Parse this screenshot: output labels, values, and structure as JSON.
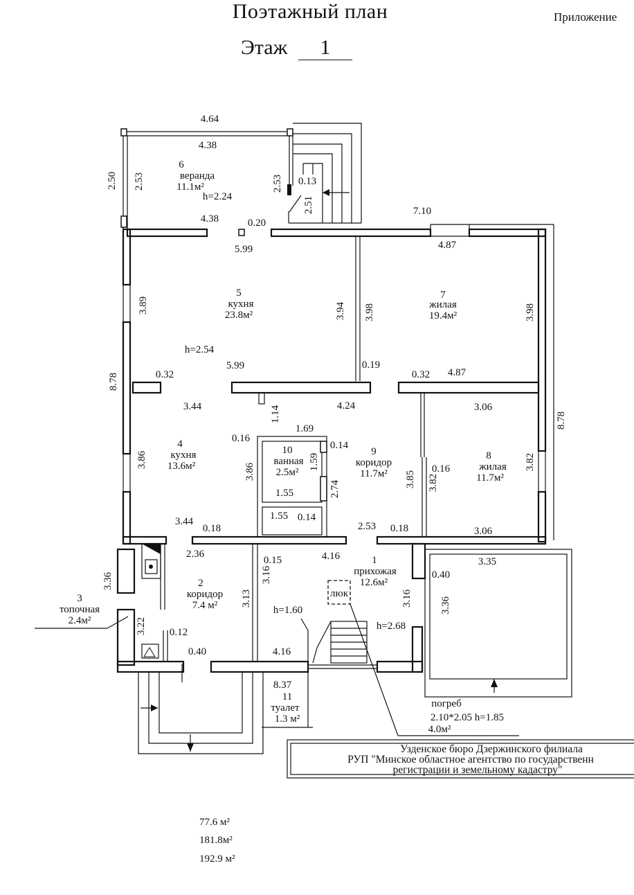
{
  "header": {
    "title": "Поэтажный план",
    "floor_label": "Этаж",
    "floor_number": "1",
    "appendix": "Приложение"
  },
  "rooms": [
    {
      "num": "1",
      "name": "прихожая",
      "area": "12.6м²"
    },
    {
      "num": "2",
      "name": "коридор",
      "area": "7.4 м²"
    },
    {
      "num": "3",
      "name": "топочная",
      "area": "2.4м²"
    },
    {
      "num": "4",
      "name": "кухня",
      "area": "13.6м²"
    },
    {
      "num": "5",
      "name": "кухня",
      "area": "23.8м²"
    },
    {
      "num": "6",
      "name": "веранда",
      "area": "11.1м²"
    },
    {
      "num": "7",
      "name": "жилая",
      "area": "19.4м²"
    },
    {
      "num": "8",
      "name": "жилая",
      "area": "11.7м²"
    },
    {
      "num": "9",
      "name": "коридор",
      "area": "11.7м²"
    },
    {
      "num": "10",
      "name": "ванная",
      "area": "2.5м²"
    },
    {
      "num": "11",
      "name": "туалет",
      "area": "1.3 м²"
    }
  ],
  "heights": {
    "veranda": "h=2.24",
    "main": "h=2.54",
    "stair": "h=1.60",
    "hall": "h=2.68"
  },
  "cellar": {
    "label": "погреб",
    "size": "2.10*2.05 h=1.85",
    "area": "4.0м²",
    "hatch": "люк"
  },
  "dimensions": [
    "4.64",
    "4.38",
    "2.50",
    "2.53",
    "2.53",
    "0.13",
    "2.51",
    "4.38",
    "0.20",
    "7.10",
    "5.99",
    "4.87",
    "3.89",
    "3.94",
    "3.98",
    "3.98",
    "8.78",
    "5.99",
    "0.19",
    "0.32",
    "4.87",
    "0.32",
    "3.44",
    "1.14",
    "4.24",
    "3.06",
    "8.78",
    "0.16",
    "1.69",
    "0.14",
    "3.86",
    "3.86",
    "1.59",
    "2.74",
    "0.16",
    "3.85",
    "3.82",
    "3.82",
    "1.55",
    "1.55",
    "0.14",
    "3.44",
    "0.18",
    "2.53",
    "0.18",
    "3.06",
    "2.36",
    "0.15",
    "4.16",
    "3.35",
    "3.36",
    "0.40",
    "3.16",
    "3.13",
    "3.16",
    "3.36",
    "3.22",
    "0.12",
    "0.40",
    "4.16",
    "8.37"
  ],
  "stamp": {
    "line1": "Узденское бюро Дзержинского филиала",
    "line2": "РУП \"Минское областное агентство по государственн",
    "line3": "регистрации и земельному кадастру\""
  },
  "totals": {
    "living": "77.6 м²",
    "total": "181.8м²",
    "overall": "192.9 м²"
  }
}
